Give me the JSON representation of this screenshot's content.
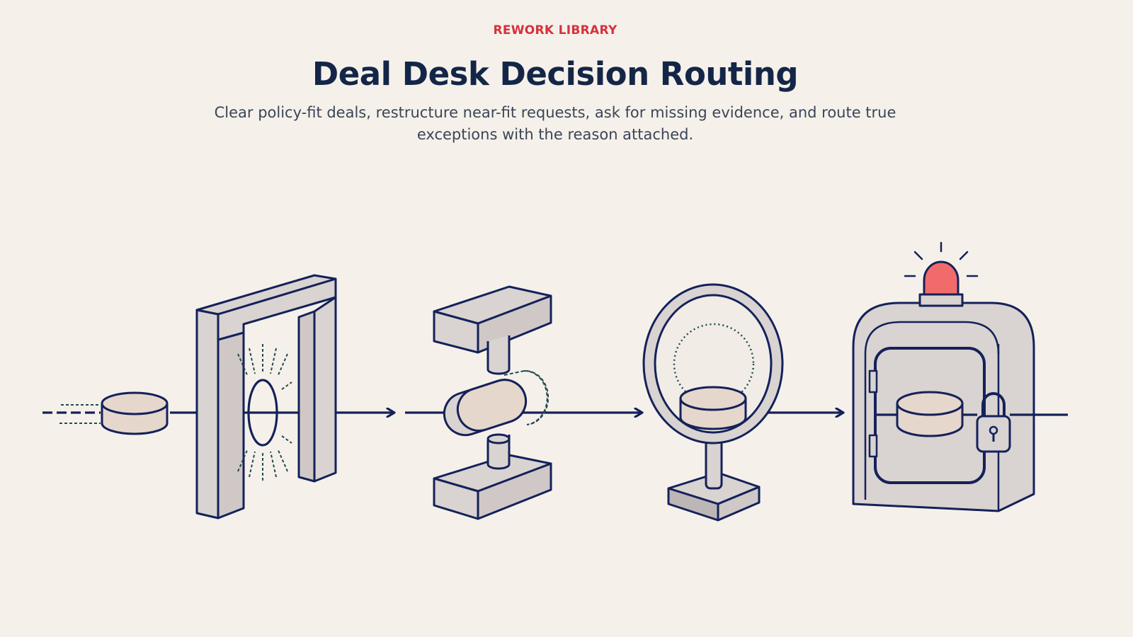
{
  "header": {
    "eyebrow": "REWORK LIBRARY",
    "title": "Deal Desk Decision Routing",
    "subtitle": "Clear policy-fit deals, restructure near-fit requests, ask for missing evidence, and route true exceptions with the reason attached."
  },
  "colors": {
    "background": "#f5f1ea",
    "accent": "#d7303c",
    "title": "#142647",
    "ink": "#14215a",
    "fill": "#d9d3d1",
    "puck": "#e6d7cc",
    "dashed": "#234a52",
    "alarm": "#f26b6b"
  },
  "stages": [
    {
      "icon": "policy-gate-icon"
    },
    {
      "icon": "restructure-press-icon"
    },
    {
      "icon": "evidence-lens-icon"
    },
    {
      "icon": "exception-vault-icon"
    }
  ]
}
